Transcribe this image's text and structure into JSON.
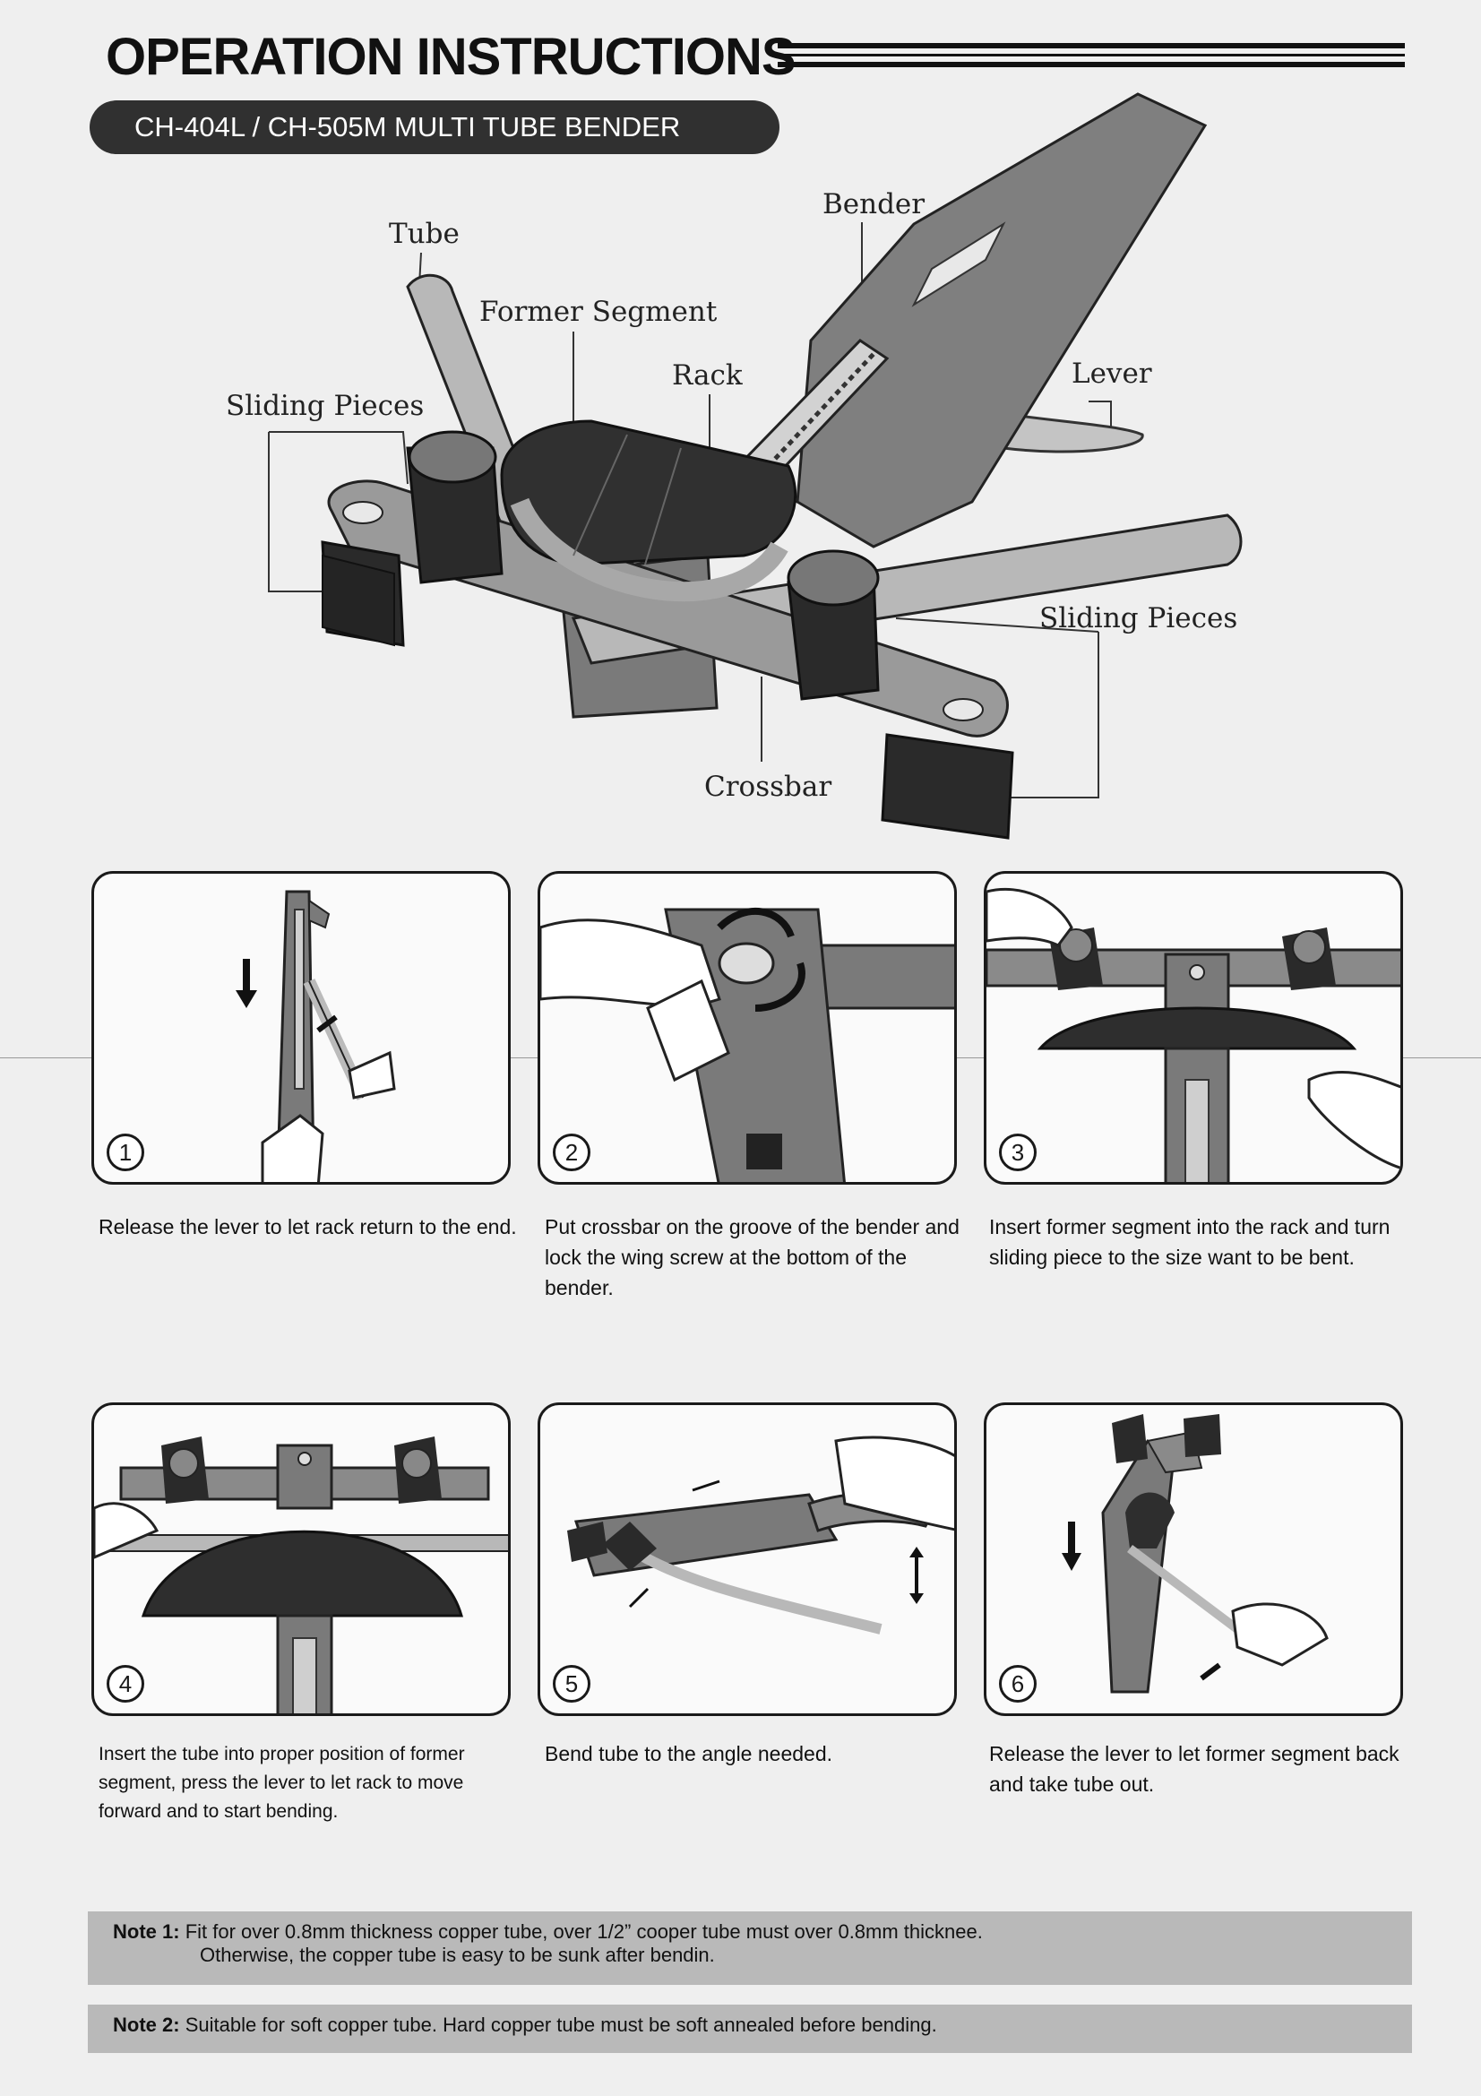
{
  "header": {
    "title": "OPERATION INSTRUCTIONS",
    "subtitle": "CH-404L / CH-505M  MULTI TUBE BENDER"
  },
  "diagram": {
    "labels": {
      "tube": "Tube",
      "former_segment": "Former Segment",
      "bender": "Bender",
      "rack": "Rack",
      "lever": "Lever",
      "sliding_pieces_left": "Sliding Pieces",
      "sliding_pieces_right": "Sliding Pieces",
      "crossbar": "Crossbar"
    }
  },
  "steps": [
    {
      "number": "1",
      "text": "Release the lever to let rack return to the end."
    },
    {
      "number": "2",
      "text": "Put crossbar on the groove of the bender and lock the wing screw at the bottom of the bender."
    },
    {
      "number": "3",
      "text": "Insert former segment into the rack and turn sliding piece to the size want to be bent."
    },
    {
      "number": "4",
      "text": "Insert the tube into proper position of former segment, press the lever to let rack to move forward and to start bending."
    },
    {
      "number": "5",
      "text": "Bend tube to the angle needed."
    },
    {
      "number": "6",
      "text": "Release the lever to let former segment back and take tube out."
    }
  ],
  "notes": [
    {
      "label": "Note 1:",
      "line1": "Fit for over 0.8mm thickness copper tube, over 1/2” cooper tube must over 0.8mm thicknee.",
      "line2": "Otherwise, the copper tube is easy to be sunk after bendin."
    },
    {
      "label": "Note 2:",
      "line1": "Suitable for soft copper tube.  Hard copper tube must be soft annealed before bending."
    }
  ],
  "colors": {
    "tool_body": "#7f7f7f",
    "tool_dark": "#2e2e2e",
    "tube": "#b8b8b8",
    "note_bar": "#b9b9b9",
    "pill": "#303030"
  }
}
